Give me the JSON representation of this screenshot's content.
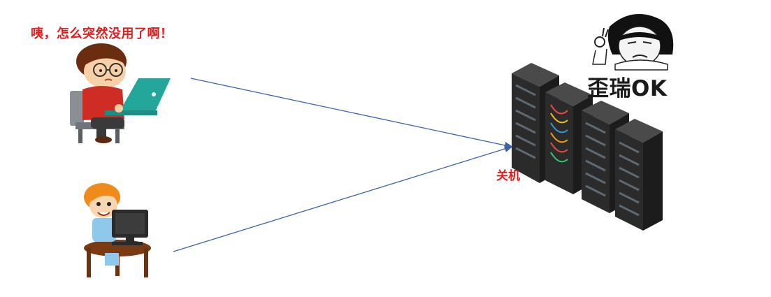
{
  "user1": {
    "caption": "咦，怎么突然没用了啊！"
  },
  "server": {
    "caption": "关机"
  },
  "meme": {
    "caption": "歪瑞OK"
  },
  "colors": {
    "arrow": "#3d63a9",
    "caption_red": "#e01e1e",
    "rack": "#2b2b2b"
  },
  "icons": [
    "confused-user-laptop-icon",
    "kid-computer-icon",
    "server-racks-icon",
    "meme-face-ok-icon"
  ]
}
